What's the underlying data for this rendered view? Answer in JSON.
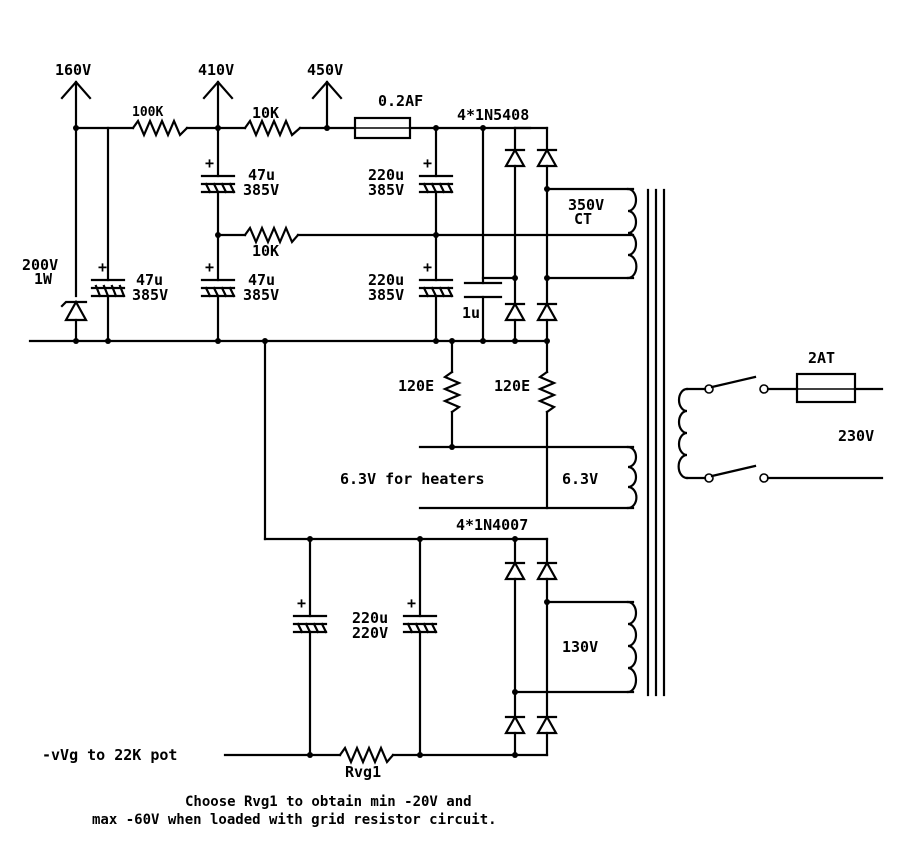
{
  "rails": {
    "v160": "160V",
    "v410": "410V",
    "v450": "450V"
  },
  "components": {
    "r_100k": "100K",
    "r_10k_top": "10K",
    "r_10k_mid": "10K",
    "fuse_main": "0.2AF",
    "rect_hv": "4*1N5408",
    "c1_value": "47u",
    "c1_voltage": "385V",
    "c2_value": "47u",
    "c2_voltage": "385V",
    "c3_value": "47u",
    "c3_voltage": "385V",
    "c4_value": "220u",
    "c4_voltage": "385V",
    "c5_value": "220u",
    "c5_voltage": "385V",
    "c6_value": "1u",
    "zener_voltage": "200V",
    "zener_power": "1W",
    "r_120e_left": "120E",
    "r_120e_right": "120E",
    "rect_bias": "4*1N4007",
    "c_bias_value": "220u",
    "c_bias_voltage": "220V",
    "r_vg1": "Rvg1",
    "fuse_mains": "2AT"
  },
  "transformer": {
    "hv_winding_voltage": "350V",
    "hv_winding_ct": "CT",
    "heater_label": "6.3V for heaters",
    "heater_voltage": "6.3V",
    "bias_winding_voltage": "130V",
    "mains_voltage": "230V"
  },
  "notes": {
    "output_label": "-vVg to 22K pot",
    "instruction_line1": "Choose Rvg1  to obtain min -20V and",
    "instruction_line2": "max -60V when loaded with grid resistor circuit."
  }
}
